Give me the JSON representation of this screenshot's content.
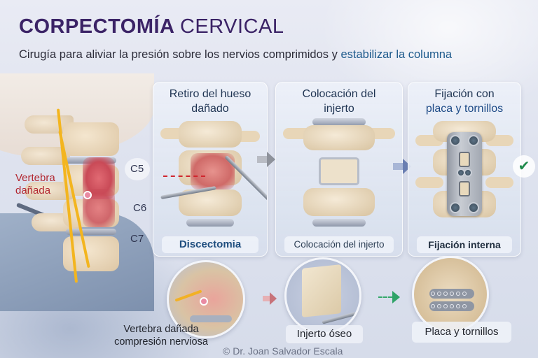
{
  "header": {
    "title_bold": "CORPECTOMÍA",
    "title_light": "CERVICAL",
    "subtitle_plain": "Cirugía para aliviar la presión sobre los nervios comprimidos y ",
    "subtitle_highlight": "estabilizar la columna"
  },
  "colors": {
    "title": "#3b2366",
    "highlight": "#1d5a8c",
    "damage_label": "#b2262f",
    "check": "#1f8a4c",
    "arrow_green": "#2fa367",
    "arrow_red": "#c7737a"
  },
  "left_illustration": {
    "damage_label_line1": "Vertebra",
    "damage_label_line2": "dañada",
    "levels": [
      "C5",
      "C6",
      "C7"
    ]
  },
  "steps": [
    {
      "title_line1": "Retiro del hueso",
      "title_line2": "dañado",
      "caption": "Discectomia"
    },
    {
      "title_line1": "Colocación del",
      "title_line2": "injerto",
      "caption": "Colocación del injerto"
    },
    {
      "title_line1": "Fijación con",
      "title_line2": "placa y tornillos",
      "caption": "Fijación interna"
    }
  ],
  "icons": {
    "step_arrow": "arrow-right-icon",
    "done": "checkmark-icon",
    "check_glyph": "✔"
  },
  "summary": [
    {
      "label_line1": "Vertebra dañada",
      "label_line2": "compresión nerviosa"
    },
    {
      "label": "Injerto óseo"
    },
    {
      "label": "Placa y tornillos"
    }
  ],
  "footer": {
    "copyright": "© Dr. Joan Salvador Escala"
  }
}
